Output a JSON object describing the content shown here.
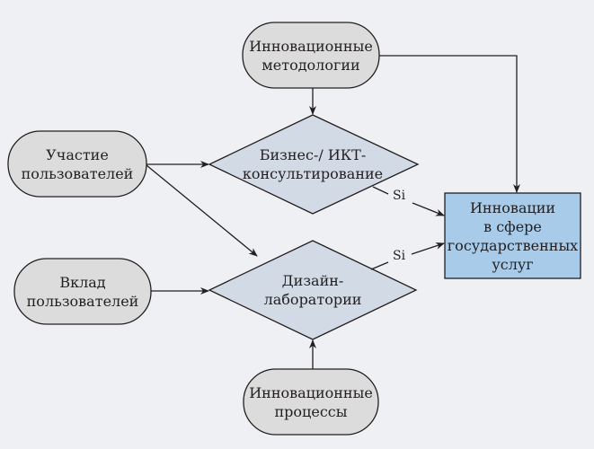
{
  "diagram": {
    "nodes": {
      "methodologies": {
        "text": "Инновационные\nметодологии",
        "shape": "terminal"
      },
      "participation": {
        "text": "Участие\nпользователей",
        "shape": "terminal"
      },
      "contribution": {
        "text": "Вклад\nпользователей",
        "shape": "terminal"
      },
      "processes": {
        "text": "Инновационные\nпроцессы",
        "shape": "terminal"
      },
      "consulting": {
        "text": "Бизнес-/ ИКТ-\nконсультирование",
        "shape": "decision"
      },
      "design_labs": {
        "text": "Дизайн-\nлаборатории",
        "shape": "decision"
      },
      "public_services": {
        "text": "Инновации\nв сфере\nгосударственных\nуслуг",
        "shape": "process"
      }
    },
    "edges": [
      {
        "from": "methodologies",
        "to": "consulting",
        "label": ""
      },
      {
        "from": "methodologies",
        "to": "public_services",
        "label": ""
      },
      {
        "from": "participation",
        "to": "consulting",
        "label": ""
      },
      {
        "from": "participation",
        "to": "design_labs",
        "label": ""
      },
      {
        "from": "contribution",
        "to": "design_labs",
        "label": ""
      },
      {
        "from": "processes",
        "to": "design_labs",
        "label": ""
      },
      {
        "from": "consulting",
        "to": "public_services",
        "label": "Si"
      },
      {
        "from": "design_labs",
        "to": "public_services",
        "label": "Si"
      }
    ],
    "colors": {
      "background": "#eff0f4",
      "terminal_fill": "#dcdcdc",
      "decision_fill": "#d2dae6",
      "process_fill": "#a7cbe9",
      "stroke": "#231f20"
    }
  }
}
